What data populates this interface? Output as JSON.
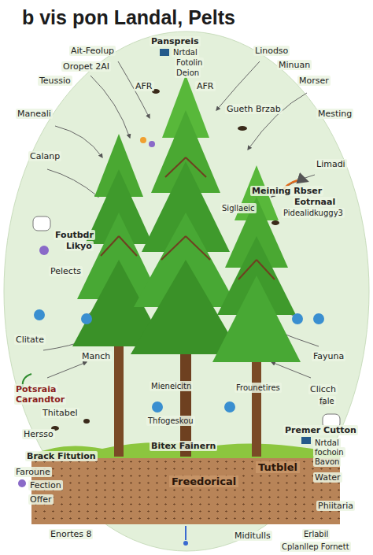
{
  "diagram": {
    "title": "b vis pon Landal, Pelts",
    "nodes": [
      {
        "text": [
          "Freedorical",
          "Tutblel"
        ]
      }
    ],
    "labels": [
      "Ait-Feolup",
      "Oropet 2AI",
      "Teussio",
      "Maneali",
      "Calanp",
      "Panspreis",
      "Nrtdal",
      "Fotolin",
      "Deion",
      "AFR",
      "AFR",
      "Linodso",
      "Minuan",
      "Morser",
      "Mesting",
      "Limadi",
      "Gueth Brzab",
      "Meining Rbser",
      "Sigllaeic",
      "Eotrnaal",
      "Pidealidkuggy3",
      "Foutbdr",
      "Likyo",
      "Pelects",
      "Clitate",
      "Manch",
      "Fayuna",
      "Potsraia",
      "Carandtor",
      "Thitabel",
      "Clicch",
      "fale",
      "Mieneicitn",
      "Frounetires",
      "Thfogeskou",
      "Hersso",
      "Premer Cutton",
      "Nrtdal",
      "fochoin",
      "Bavon",
      "Brack Fitution",
      "Bitex Fainern",
      "Faroune",
      "Fection",
      "Offer",
      "Water",
      "Phiitaria",
      "Enortes 8",
      "Miditulls",
      "Erlabil",
      "Cplanllep Fornett"
    ]
  }
}
